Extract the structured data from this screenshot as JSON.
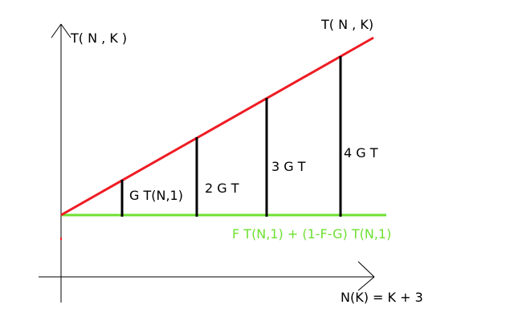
{
  "diagram": {
    "y_axis_label": "T( N , K )",
    "line_label": "T( N , K)",
    "x_axis_label": "N(K) = K + 3",
    "baseline_label": "F T(N,1) + (1-F-G) T(N,1)",
    "segment_labels": [
      "G T(N,1)",
      "2 G T",
      "3 G T",
      "4 G T"
    ],
    "colors": {
      "line": "#ee1c24",
      "baseline": "#6ee032",
      "baseline_text": "#6ee032",
      "axes": "#000000",
      "segments": "#000000"
    }
  }
}
